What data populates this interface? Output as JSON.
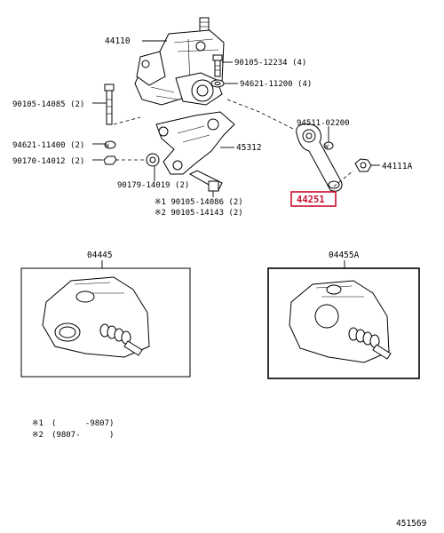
{
  "labels": {
    "p44110": "44110",
    "p90105_12234": "90105-12234 (4)",
    "p94621_11200": "94621-11200 (4)",
    "p90105_14085": "90105-14085 (2)",
    "p94621_11400": "94621-11400 (2)",
    "p90170_14012": "90170-14012 (2)",
    "p45312": "45312",
    "p90179_14019": "90179-14019 (2)",
    "p90105_14086": "※1 90105-14086 (2)",
    "p90105_14143": "※2 90105-14143 (2)",
    "p94511_02200": "94511-02200",
    "p44111A": "44111A",
    "p44251": "44251",
    "kit1": "04445",
    "kit2": "04455A"
  },
  "notes": {
    "note1_mark": "※1",
    "note1_text": "(      -9807)",
    "note2_mark": "※2",
    "note2_text": "(9807-      )"
  },
  "figure_number": "451569",
  "colors": {
    "highlight": "#c8102e",
    "line": "#000000"
  }
}
